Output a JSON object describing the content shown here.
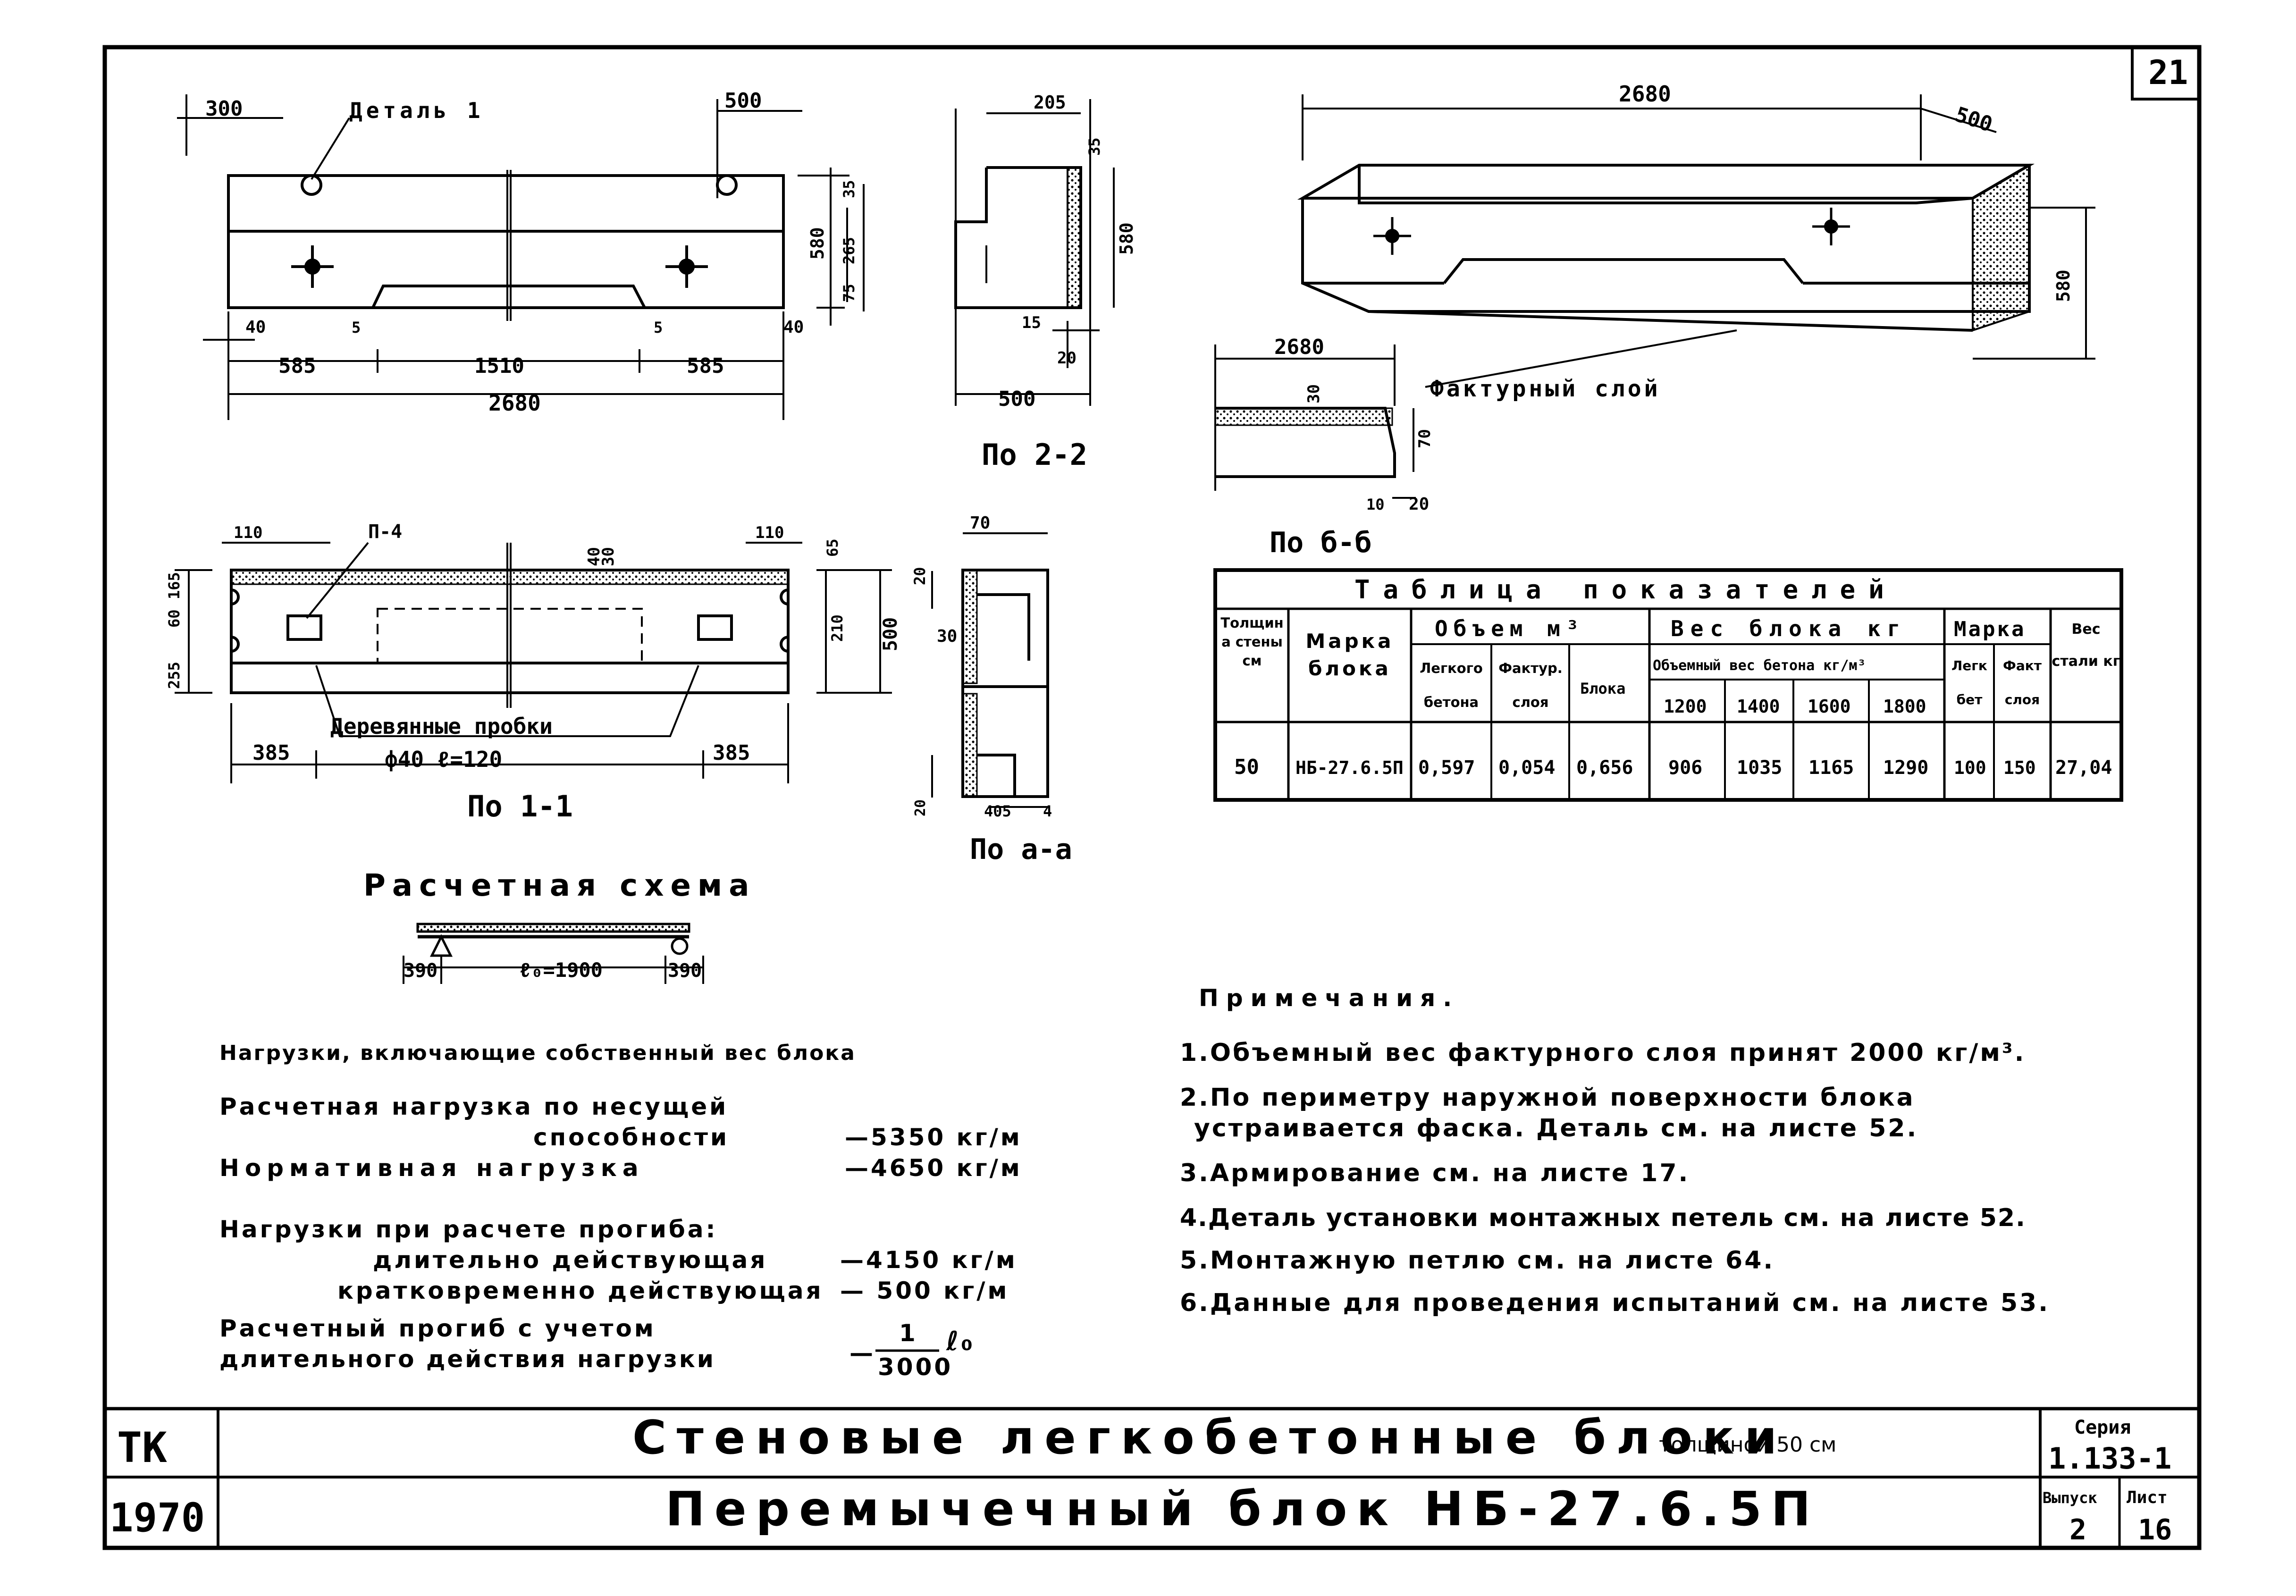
{
  "sheet": {
    "corner_number": "21",
    "tk": "ТК",
    "year": "1970",
    "title": "Стеновые легкобетонные блоки",
    "title_suffix": "толщиной 50 см",
    "subtitle": "Перемычечный блок НБ-27.6.5П",
    "series_label": "Серия",
    "series_value": "1.133-1",
    "issue_label": "Выпуск",
    "issue_value": "2",
    "sheet_label": "Лист",
    "sheet_value": "16"
  },
  "elevation": {
    "detail_label": "Деталь 1",
    "dim_300": "300",
    "dim_500": "500",
    "dim_580": "580",
    "dim_265": "265",
    "dim_35": "35",
    "dim_75": "75",
    "dim_40": "40",
    "dim_5": "5",
    "dim_585": "585",
    "dim_1510": "1510",
    "dim_2680": "2680"
  },
  "section_22": {
    "label": "По 2-2",
    "dim_205": "205",
    "dim_35": "35",
    "dim_580": "580",
    "dim_15": "15",
    "dim_20": "20",
    "dim_500": "500"
  },
  "axonometric": {
    "dim_2680": "2680",
    "dim_500": "500",
    "dim_580": "580",
    "facing_layer": "Фактурный слой"
  },
  "section_bb": {
    "label": "По б-б",
    "dim_2680": "2680",
    "dim_30": "30",
    "dim_70": "70",
    "dim_10": "10",
    "dim_20": "20"
  },
  "plan_11": {
    "label": "По 1-1",
    "loop_label": "П-4",
    "dim_110": "110",
    "dim_40": "40",
    "dim_30": "30",
    "dim_255": "255",
    "dim_165": "165",
    "dim_60": "60",
    "dim_65": "65",
    "dim_210": "210",
    "dim_500": "500",
    "dim_385": "385",
    "plugs_label": "Деревянные пробки",
    "plugs_size": "ф40 ℓ=120"
  },
  "section_aa": {
    "label": "По а-а",
    "dim_70": "70",
    "dim_30": "30",
    "dim_20": "20",
    "dim_405": "405",
    "dim_4": "4"
  },
  "scheme": {
    "title": "Расчетная схема",
    "left": "390",
    "span": "ℓ₀=1900",
    "right": "390"
  },
  "table": {
    "title": "Таблица показателей",
    "col_thickness": "Толщина стены см",
    "col_mark": "Марка блока",
    "group_volume": "Объем м³",
    "vol_light": "Легкого бетона",
    "vol_facing": "Фактур. слоя",
    "vol_block": "Блока",
    "group_weight": "Вес блока кг",
    "weight_sub": "Объемный вес бетона кг/м³",
    "densities": [
      "1200",
      "1400",
      "1600",
      "1800"
    ],
    "group_grade": "Марка",
    "grade_light": "Легк бет",
    "grade_facing": "Факт слоя",
    "col_steel": "Вес стали кг",
    "row": {
      "thickness": "50",
      "mark": "НБ-27.6.5П",
      "vol_light": "0,597",
      "vol_facing": "0,054",
      "vol_block": "0,656",
      "weights": [
        "906",
        "1035",
        "1165",
        "1290"
      ],
      "grade_light": "100",
      "grade_facing": "150",
      "steel": "27,04"
    }
  },
  "loads": {
    "heading": "Нагрузки, включающие собственный вес блока",
    "design_line1": "Расчетная нагрузка по несущей",
    "design_line2": "способности",
    "design_value": "—5350 кг/м",
    "normative_label": "Нормативная нагрузка",
    "normative_value": "—4650 кг/м",
    "deflection_heading": "Нагрузки при расчете прогиба:",
    "long_term_label": "длительно действующая",
    "long_term_value": "—4150 кг/м",
    "short_term_label": "кратковременно действующая",
    "short_term_value": "— 500 кг/м",
    "deflection_line1": "Расчетный прогиб с учетом",
    "deflection_line2": "длительного действия нагрузки",
    "deflection_prefix": "—",
    "deflection_num": "1",
    "deflection_den": "3000",
    "deflection_suffix": "ℓ₀"
  },
  "notes": {
    "title": "Примечания.",
    "items": [
      "1.Объемный вес фактурного слоя принят 2000 кг/м³.",
      "2.По периметру наружной поверхности блока",
      "устраивается фаска. Деталь см. на листе 52.",
      "3.Армирование см. на листе 17.",
      "4.Деталь установки монтажных петель см. на листе 52.",
      "5.Монтажную петлю см. на листе 64.",
      "6.Данные для проведения испытаний см. на листе 53."
    ]
  }
}
